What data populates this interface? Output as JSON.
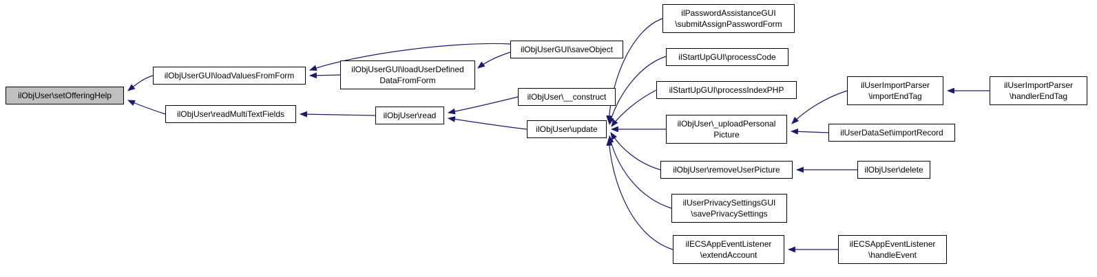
{
  "diagram": {
    "type": "call-graph",
    "edge_color": "#191970",
    "highlight_color": "#bfbfbf",
    "nodes": [
      {
        "id": "setOfferingHelp",
        "label": "ilObjUser\\setOfferingHelp",
        "highlighted": true
      },
      {
        "id": "loadValuesFromForm",
        "label": "ilObjUserGUI\\loadValuesFromForm",
        "highlighted": false
      },
      {
        "id": "readMultiTextFields",
        "label": "ilObjUser\\readMultiTextFields",
        "highlighted": false
      },
      {
        "id": "loadUserDefinedDataFromForm",
        "label": "ilObjUserGUI\\loadUserDefined\nDataFromForm",
        "highlighted": false
      },
      {
        "id": "saveObject",
        "label": "ilObjUserGUI\\saveObject",
        "highlighted": false
      },
      {
        "id": "read",
        "label": "ilObjUser\\read",
        "highlighted": false
      },
      {
        "id": "construct",
        "label": "ilObjUser\\__construct",
        "highlighted": false
      },
      {
        "id": "update",
        "label": "ilObjUser\\update",
        "highlighted": false
      },
      {
        "id": "submitAssignPasswordForm",
        "label": "ilPasswordAssistanceGUI\n\\submitAssignPasswordForm",
        "highlighted": false
      },
      {
        "id": "processCode",
        "label": "ilStartUpGUI\\processCode",
        "highlighted": false
      },
      {
        "id": "processIndexPHP",
        "label": "ilStartUpGUI\\processIndexPHP",
        "highlighted": false
      },
      {
        "id": "uploadPersonalPicture",
        "label": "ilObjUser\\_uploadPersonal\nPicture",
        "highlighted": false
      },
      {
        "id": "importEndTag",
        "label": "ilUserImportParser\n\\importEndTag",
        "highlighted": false
      },
      {
        "id": "handlerEndTag",
        "label": "ilUserImportParser\n\\handlerEndTag",
        "highlighted": false
      },
      {
        "id": "importRecord",
        "label": "ilUserDataSet\\importRecord",
        "highlighted": false
      },
      {
        "id": "removeUserPicture",
        "label": "ilObjUser\\removeUserPicture",
        "highlighted": false
      },
      {
        "id": "delete",
        "label": "ilObjUser\\delete",
        "highlighted": false
      },
      {
        "id": "savePrivacySettings",
        "label": "ilUserPrivacySettingsGUI\n\\savePrivacySettings",
        "highlighted": false
      },
      {
        "id": "extendAccount",
        "label": "ilECSAppEventListener\n\\extendAccount",
        "highlighted": false
      },
      {
        "id": "handleEvent",
        "label": "ilECSAppEventListener\n\\handleEvent",
        "highlighted": false
      }
    ],
    "edges": [
      {
        "from": "loadValuesFromForm",
        "to": "setOfferingHelp"
      },
      {
        "from": "readMultiTextFields",
        "to": "setOfferingHelp"
      },
      {
        "from": "loadUserDefinedDataFromForm",
        "to": "loadValuesFromForm"
      },
      {
        "from": "saveObject",
        "to": "loadValuesFromForm"
      },
      {
        "from": "saveObject",
        "to": "loadUserDefinedDataFromForm"
      },
      {
        "from": "read",
        "to": "readMultiTextFields"
      },
      {
        "from": "construct",
        "to": "read"
      },
      {
        "from": "update",
        "to": "read"
      },
      {
        "from": "submitAssignPasswordForm",
        "to": "update"
      },
      {
        "from": "processCode",
        "to": "update"
      },
      {
        "from": "processIndexPHP",
        "to": "update"
      },
      {
        "from": "uploadPersonalPicture",
        "to": "update"
      },
      {
        "from": "removeUserPicture",
        "to": "update"
      },
      {
        "from": "savePrivacySettings",
        "to": "update"
      },
      {
        "from": "extendAccount",
        "to": "update"
      },
      {
        "from": "importEndTag",
        "to": "uploadPersonalPicture"
      },
      {
        "from": "importRecord",
        "to": "uploadPersonalPicture"
      },
      {
        "from": "handlerEndTag",
        "to": "importEndTag"
      },
      {
        "from": "delete",
        "to": "removeUserPicture"
      },
      {
        "from": "handleEvent",
        "to": "extendAccount"
      }
    ]
  }
}
